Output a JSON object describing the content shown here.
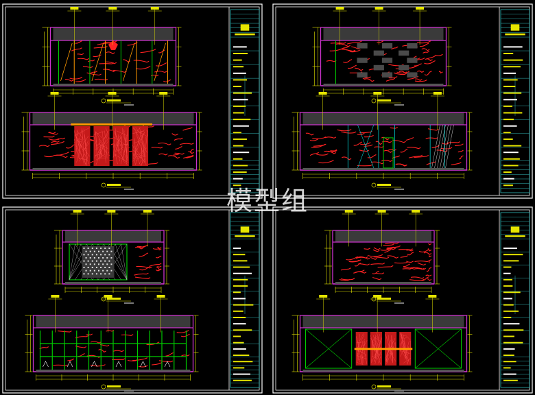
{
  "watermark": "模型组",
  "colors": {
    "background": "#000000",
    "sheet_frame": "#ffffff",
    "wall_outline": "#cc33cc",
    "dimension": "#e6e600",
    "marble_texture": "#ff2222",
    "panel_lines": "#00cc00",
    "title_block_lines": "#33bbbb",
    "title_block_text": "#e6e600",
    "ceiling_band": "#3a3a3a"
  },
  "sheets": [
    {
      "id": "sheet-top-left",
      "elevations": [
        {
          "kind": "door-panels",
          "accent": "panel"
        },
        {
          "kind": "marble-with-screen",
          "accent": "screen"
        }
      ]
    },
    {
      "id": "sheet-top-right",
      "elevations": [
        {
          "kind": "marble-with-dark-tiles",
          "accent": "tiles"
        },
        {
          "kind": "marble-with-door",
          "accent": "door"
        }
      ]
    },
    {
      "id": "sheet-bottom-left",
      "elevations": [
        {
          "kind": "lattice-with-diamond",
          "accent": "lattice"
        },
        {
          "kind": "green-grid-cabinets",
          "accent": "grid"
        }
      ]
    },
    {
      "id": "sheet-bottom-right",
      "elevations": [
        {
          "kind": "full-marble",
          "accent": "marble"
        },
        {
          "kind": "cross-panels-with-screen",
          "accent": "cross"
        }
      ]
    }
  ]
}
